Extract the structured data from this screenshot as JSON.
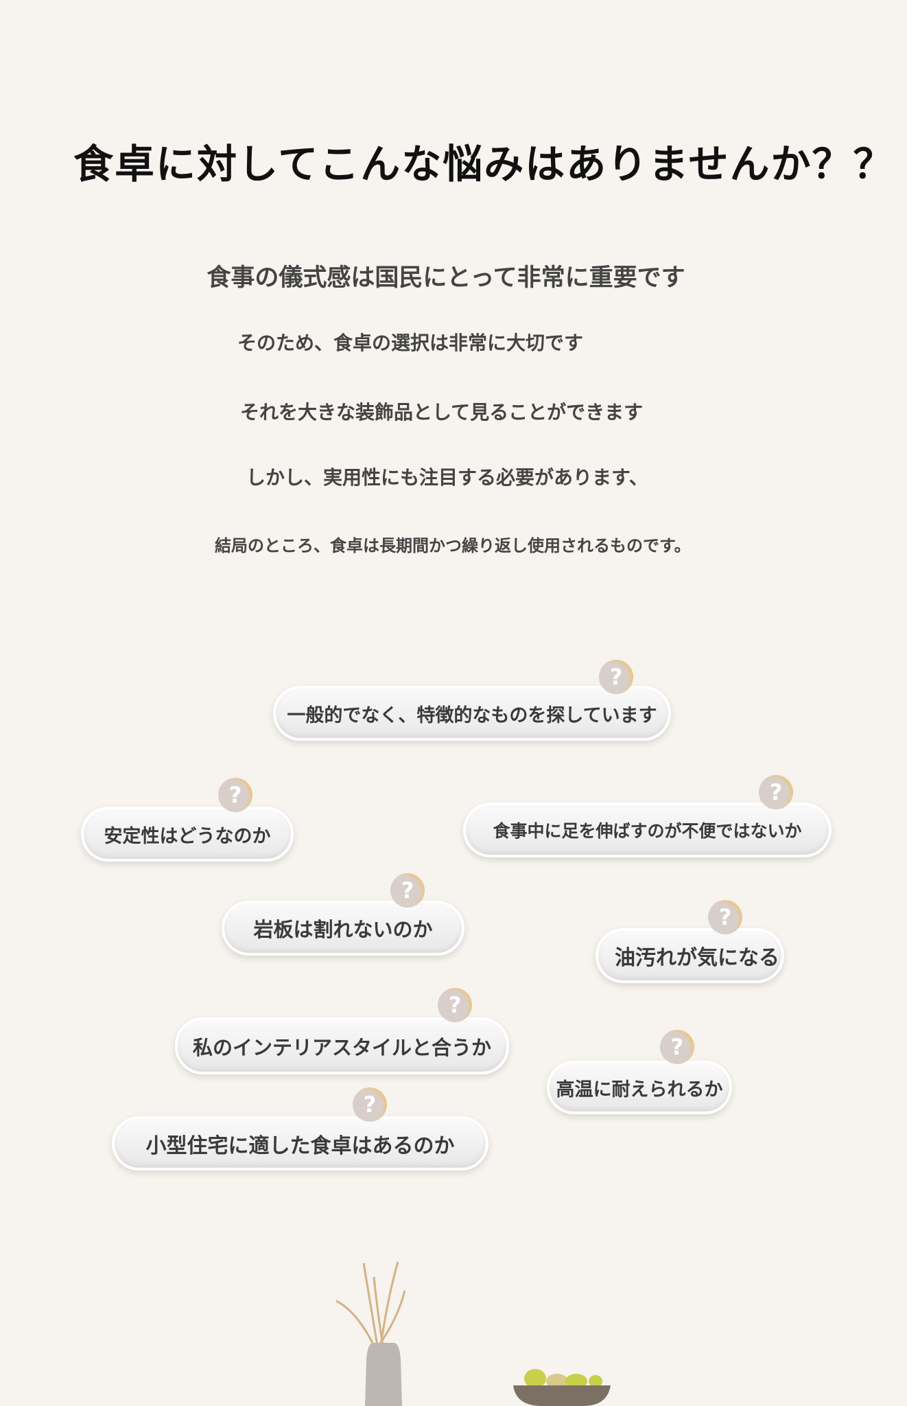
{
  "title": "食卓に対してこんな悩みはありませんか？？",
  "intro": [
    "食事の儀式感は国民にとって非常に重要です",
    "そのため、食卓の選択は非常に大切です",
    "それを大きな装飾品として見ることができます",
    "しかし、実用性にも注目する必要があります、",
    "結局のところ、食卓は長期間かつ繰り返し使用されるものです。"
  ],
  "question_mark": "?",
  "concerns": [
    "一般的でなく、特徴的なものを探しています",
    "安定性はどうなのか",
    "食事中に足を伸ばすのが不便ではないか",
    "岩板は割れないのか",
    "油汚れが気になる",
    "私のインテリアスタイルと合うか",
    "高温に耐えられるか",
    "小型住宅に適した食卓はあるのか"
  ]
}
